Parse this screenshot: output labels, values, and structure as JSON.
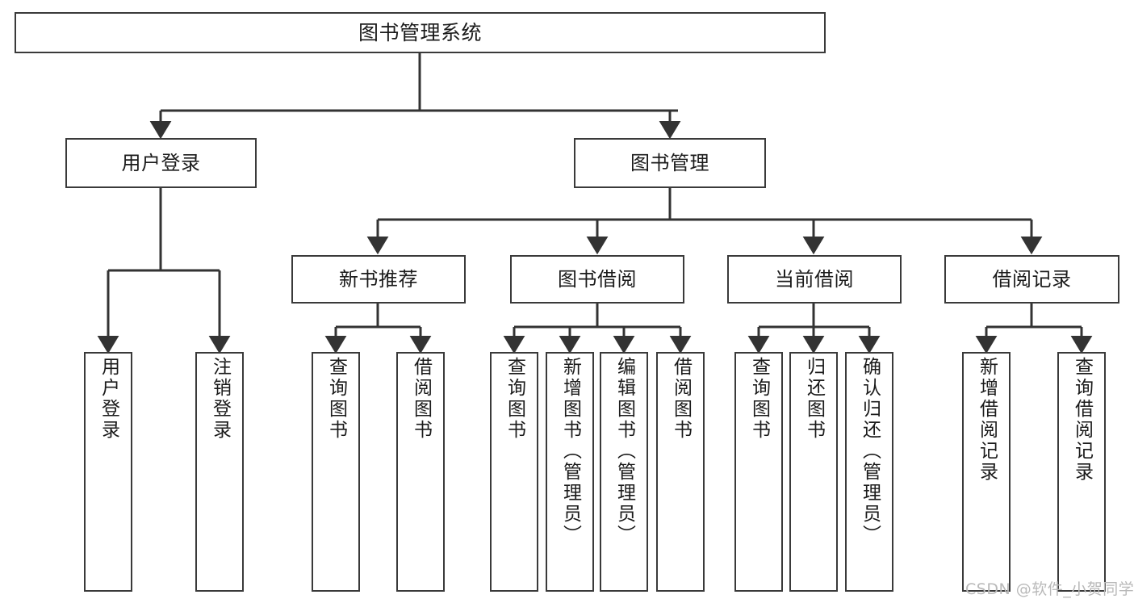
{
  "diagram": {
    "title": "图书管理系统",
    "type": "hierarchy-tree",
    "watermark": "CSDN @软件_小贺同学",
    "colors": {
      "box_border": "#3a3a3a",
      "box_fill": "#ffffff",
      "connector": "#333333",
      "text": "#1b1b1b",
      "watermark": "#b9b9b9"
    },
    "nodes": {
      "root": {
        "label": "图书管理系统"
      },
      "level2": [
        {
          "label": "用户登录"
        },
        {
          "label": "图书管理"
        }
      ],
      "level3": [
        {
          "label": "新书推荐"
        },
        {
          "label": "图书借阅"
        },
        {
          "label": "当前借阅"
        },
        {
          "label": "借阅记录"
        }
      ],
      "leaves": [
        {
          "label": "用户登录"
        },
        {
          "label": "注销登录"
        },
        {
          "label": "查询图书"
        },
        {
          "label": "借阅图书"
        },
        {
          "label": "查询图书"
        },
        {
          "label": "新增图书（管理员）"
        },
        {
          "label": "编辑图书（管理员）"
        },
        {
          "label": "借阅图书"
        },
        {
          "label": "查询图书"
        },
        {
          "label": "归还图书"
        },
        {
          "label": "确认归还（管理员）"
        },
        {
          "label": "新增借阅记录"
        },
        {
          "label": "查询借阅记录"
        }
      ]
    }
  }
}
